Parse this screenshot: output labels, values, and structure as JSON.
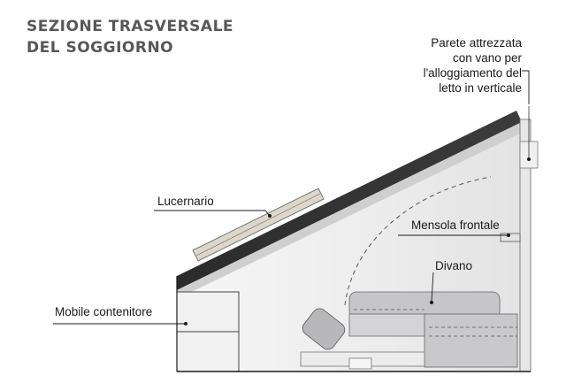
{
  "title": {
    "line1": "SEZIONE TRASVERSALE",
    "line2": "DEL SOGGIORNO"
  },
  "labels": {
    "parete": [
      "Parete attrezzata",
      "con vano per",
      "l'alloggiamento del",
      "letto in verticale"
    ],
    "lucernario": "Lucernario",
    "mensola": "Mensola frontale",
    "divano": "Divano",
    "mobile": "Mobile contenitore"
  },
  "colors": {
    "title": "#575757",
    "outline": "#1a1a1a",
    "wall_fill": "#f3f3f3",
    "furniture_fill": "#e9e9ea",
    "sofa_fill": "#c9c9cc",
    "dashed": "#555555"
  }
}
